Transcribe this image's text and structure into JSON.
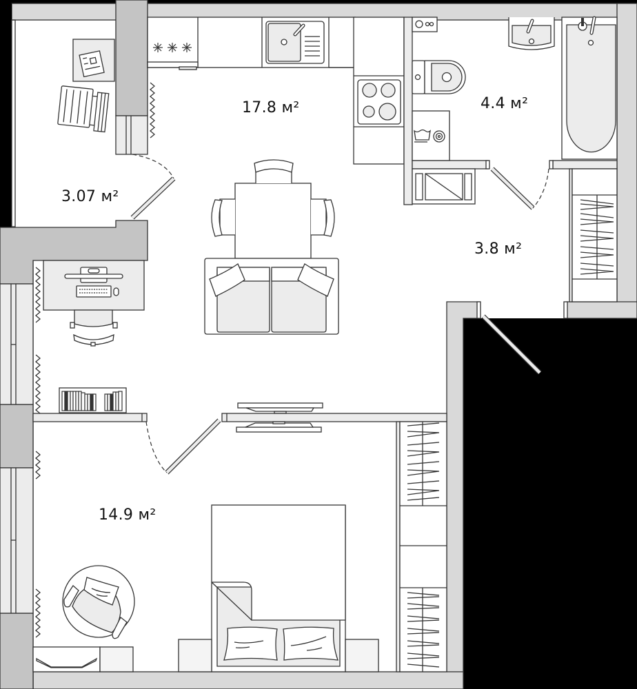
{
  "plan": {
    "type": "apartment floor plan",
    "colors": {
      "outside": "#000000",
      "wall": "#d9d9d9",
      "column": "#c4c4c4",
      "floor": "#ffffff",
      "furniture_fill": "#ececec",
      "line": "#333333"
    },
    "rooms": [
      {
        "id": "balcony",
        "name": "balcony",
        "area_label": "3.07 м²"
      },
      {
        "id": "kitchen-living",
        "name": "kitchen-living room",
        "area_label": "17.8 м²"
      },
      {
        "id": "bathroom",
        "name": "bathroom",
        "area_label": "4.4 м²"
      },
      {
        "id": "hallway",
        "name": "hallway",
        "area_label": "3.8 м²"
      },
      {
        "id": "bedroom",
        "name": "bedroom",
        "area_label": "14.9 м²"
      }
    ],
    "furniture": [
      "lounge-chair",
      "side-table-newspaper",
      "kitchen-counter",
      "hob-burners",
      "sink",
      "stove",
      "dining-table",
      "dining-chairs",
      "sofa",
      "desk",
      "monitor",
      "keyboard",
      "mouse",
      "office-chair",
      "bookshelf",
      "tv",
      "washbasin",
      "toilet",
      "washing-machine",
      "bathtub",
      "boiler",
      "wardrobe",
      "bed",
      "pillows",
      "armchair",
      "nightstands",
      "radiators"
    ]
  }
}
